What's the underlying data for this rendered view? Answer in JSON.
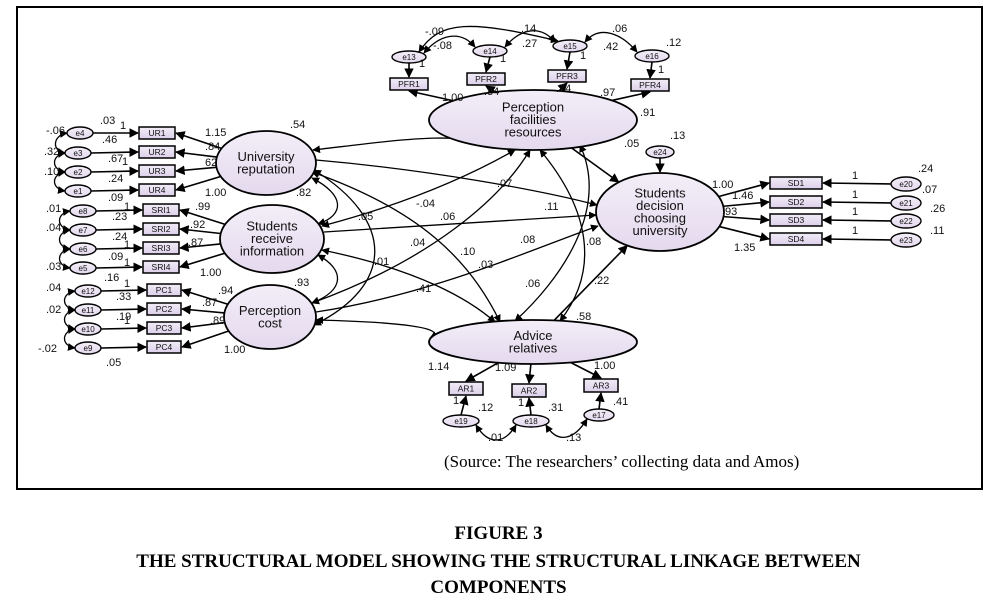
{
  "figure": {
    "number_label": "FIGURE 3",
    "title_line1": "THE STRUCTURAL MODEL SHOWING THE STRUCTURAL LINKAGE BETWEEN",
    "title_line2": "COMPONENTS",
    "source_note": "(Source: The researchers’ collecting data and Amos)"
  },
  "latents": [
    {
      "id": "UR",
      "lines": [
        "University",
        "reputation"
      ]
    },
    {
      "id": "SRI",
      "lines": [
        "Students",
        "receive",
        "information"
      ]
    },
    {
      "id": "PC",
      "lines": [
        "Perception",
        "cost"
      ]
    },
    {
      "id": "PFR",
      "lines": [
        "Perception",
        "facilities",
        "resources"
      ]
    },
    {
      "id": "SD",
      "lines": [
        "Students",
        "decision",
        "choosing",
        "university"
      ]
    },
    {
      "id": "AR",
      "lines": [
        "Advice",
        "relatives"
      ]
    }
  ],
  "indicators": [
    "UR1",
    "UR2",
    "UR3",
    "UR4",
    "SRI1",
    "SRI2",
    "SRI3",
    "SRI4",
    "PC1",
    "PC2",
    "PC3",
    "PC4",
    "PFR1",
    "PFR2",
    "PFR3",
    "PFR4",
    "SD1",
    "SD2",
    "SD3",
    "SD4",
    "AR1",
    "AR2",
    "AR3"
  ],
  "errors": [
    "e4",
    "e3",
    "e2",
    "e1",
    "e8",
    "e7",
    "e6",
    "e5",
    "e12",
    "e11",
    "e10",
    "e9",
    "e13",
    "e14",
    "e15",
    "e16",
    "e20",
    "e21",
    "e22",
    "e23",
    "e19",
    "e18",
    "e17",
    "e24"
  ],
  "coefficients": [
    ".03",
    ".46",
    "-.06",
    "1",
    ".32",
    ".67",
    ".10",
    "1",
    ".24",
    ".09",
    "1.15",
    ".84",
    "62",
    "1.00",
    ".54",
    ".01",
    ".23",
    "1",
    ".04",
    ".24",
    "1",
    ".03",
    ".09",
    "1",
    ".99",
    ".92",
    ".87",
    "1.00",
    ".16",
    ".04",
    ".33",
    "1",
    ".02",
    ".19",
    "1",
    "-.02",
    ".05",
    ".94",
    ".87",
    ".89",
    "1.00",
    ".93",
    "-.09",
    "-.08",
    ".14",
    ".27",
    ".06",
    ".42",
    ".12",
    "1",
    "1",
    "1",
    "1",
    "1.00",
    ".84",
    ".74",
    ".97",
    ".91",
    ".13",
    ".05",
    "1.00",
    "1.46",
    ".93",
    "1.35",
    ".24",
    ".07",
    ".26",
    ".11",
    "1",
    "1",
    "1",
    "1",
    ".82",
    ".07",
    "-.04",
    ".05",
    ".06",
    ".11",
    ".04",
    ".10",
    ".08",
    ".08",
    ".01",
    ".03",
    ".41",
    ".06",
    ".22",
    ".58",
    "1.14",
    "1.09",
    "1.00",
    "1",
    "1",
    ".12",
    ".31",
    ".41",
    ".01",
    ".13"
  ]
}
